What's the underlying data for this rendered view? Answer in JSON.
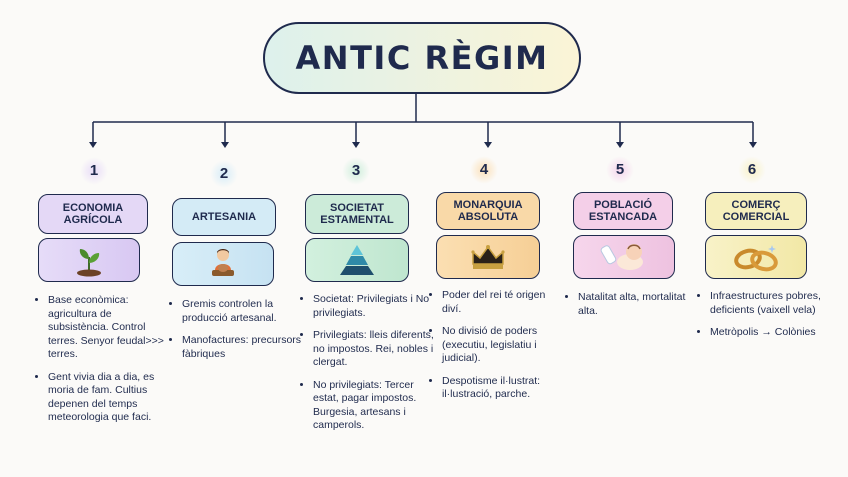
{
  "title": "ANTIC RÈGIM",
  "columns": [
    {
      "number": "1",
      "label": "ECONOMIA AGRÍCOLA",
      "icon": "plant-sprout-icon",
      "bullets": [
        "Base econòmica: agricultura de subsistència. Control terres. Senyor feudal>>> terres.",
        "Gent vivia dia a dia, es moria de fam. Cultius depenen del temps meteorologia que faci."
      ]
    },
    {
      "number": "2",
      "label": "ARTESANIA",
      "icon": "artisan-pottery-icon",
      "bullets": [
        "Gremis controlen la producció artesanal.",
        "Manofactures: precursors fàbriques"
      ]
    },
    {
      "number": "3",
      "label": "SOCIETAT ESTAMENTAL",
      "icon": "social-pyramid-icon",
      "bullets": [
        "Societat: Privilegiats i No privilegiats.",
        "Privilegiats: lleis diferents, no impostos. Rei, nobles i clergat.",
        "No privilegiats: Tercer estat, pagar impostos. Burgesia, artesans i camperols."
      ]
    },
    {
      "number": "4",
      "label": "MONARQUIA ABSOLUTA",
      "icon": "royal-crown-icon",
      "bullets": [
        "Poder del rei té origen diví.",
        "No divisió de poders (executiu, legislatiu i judicial).",
        "Despotisme il·lustrat: il·lustració, parche."
      ]
    },
    {
      "number": "5",
      "label": "POBLACIÓ ESTANCADA",
      "icon": "baby-bottle-icon",
      "bullets": [
        "Natalitat alta, mortalitat alta."
      ]
    },
    {
      "number": "6",
      "label": "COMERÇ COMERCIAL",
      "icon": "gold-rings-icon",
      "bullets": [
        "Infraestructures pobres, deficients (vaixell vela)",
        "Metròpolis → Colònies"
      ]
    }
  ],
  "colors": {
    "dark": "#1f2a4d",
    "col1": "#d9c9f3",
    "col2": "#c9e4f3",
    "col3": "#c6ecd6",
    "col4": "#f9d8a8",
    "col5": "#f3cce8",
    "col6": "#f7f0c0"
  }
}
